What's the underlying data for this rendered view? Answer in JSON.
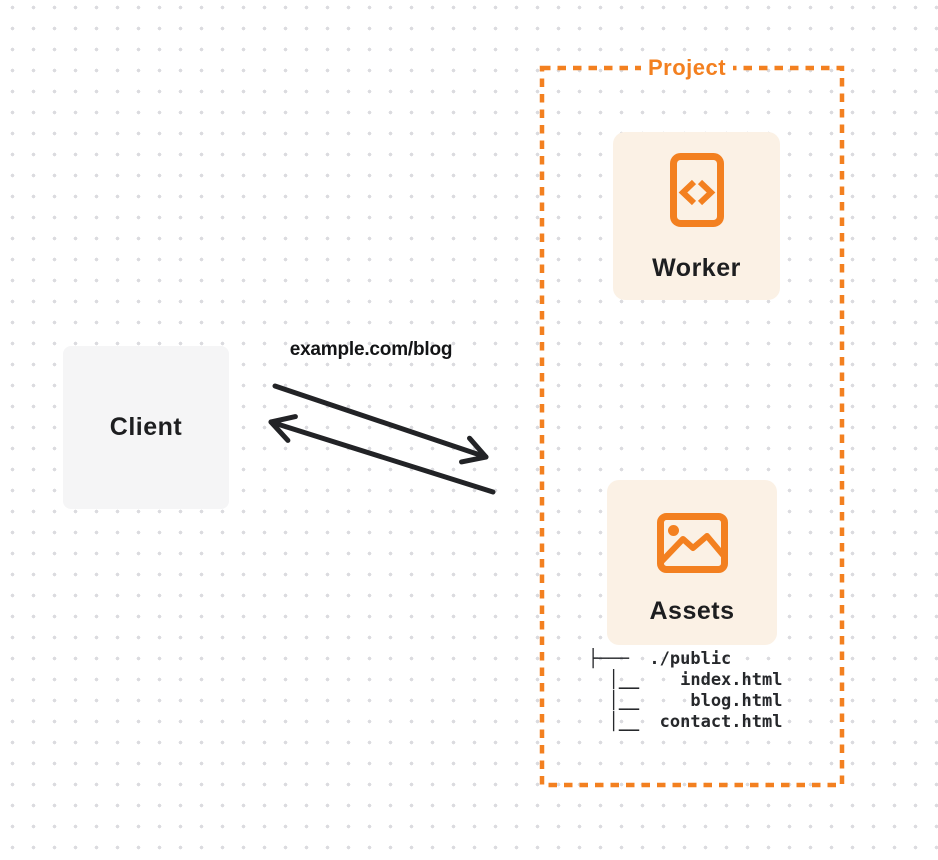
{
  "client": {
    "label": "Client"
  },
  "request": {
    "url_label": "example.com/blog"
  },
  "project": {
    "title": "Project",
    "worker": {
      "label": "Worker",
      "icon": "code-document-icon"
    },
    "assets": {
      "label": "Assets",
      "icon": "image-icon",
      "file_tree": [
        "├───  ./public",
        "  │__    index.html",
        "  │__     blog.html",
        "  │__  contact.html"
      ]
    }
  },
  "colors": {
    "accent_orange": "#f38020",
    "card_background": "#fbf1e5",
    "client_background": "#f5f5f6",
    "text_dark": "#1d1e20",
    "arrow_black": "#222326",
    "dot_grid": "#dbdbdf"
  }
}
